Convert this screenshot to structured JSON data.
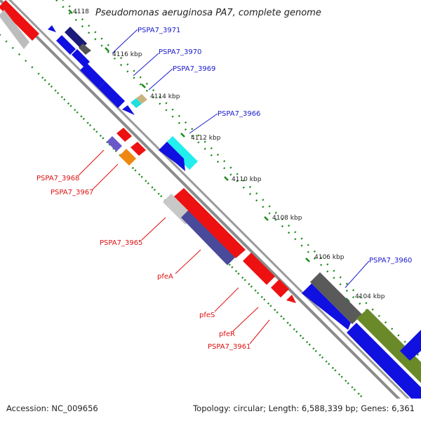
{
  "title": "Pseudomonas aeruginosa PA7, complete genome",
  "ticks": [
    "4118",
    "4116 kbp",
    "4114 kbp",
    "4112 kbp",
    "4110 kbp",
    "4108 kbp",
    "4106 kbp",
    "4104 kbp"
  ],
  "gene_labels_forward": [
    "PSPA7_3971",
    "PSPA7_3970",
    "PSPA7_3969",
    "PSPA7_3966",
    "PSPA7_3960"
  ],
  "gene_labels_reverse": [
    "PSPA7_3968",
    "PSPA7_3967",
    "PSPA7_3965",
    "pfeA",
    "pfeS",
    "pfeR",
    "PSPA7_3961"
  ],
  "footer": {
    "accession": "Accession: NC_009656",
    "summary": "Topology: circular; Length: 6,588,339 bp; Genes: 6,361"
  },
  "colors": {
    "forward_gene": "#1010e0",
    "reverse_gene": "#ee1111",
    "forward_label": "#1a1acc",
    "reverse_label": "#dd1111",
    "tick_green": "#1a8a1a",
    "backbone": "#8c8c8c"
  }
}
